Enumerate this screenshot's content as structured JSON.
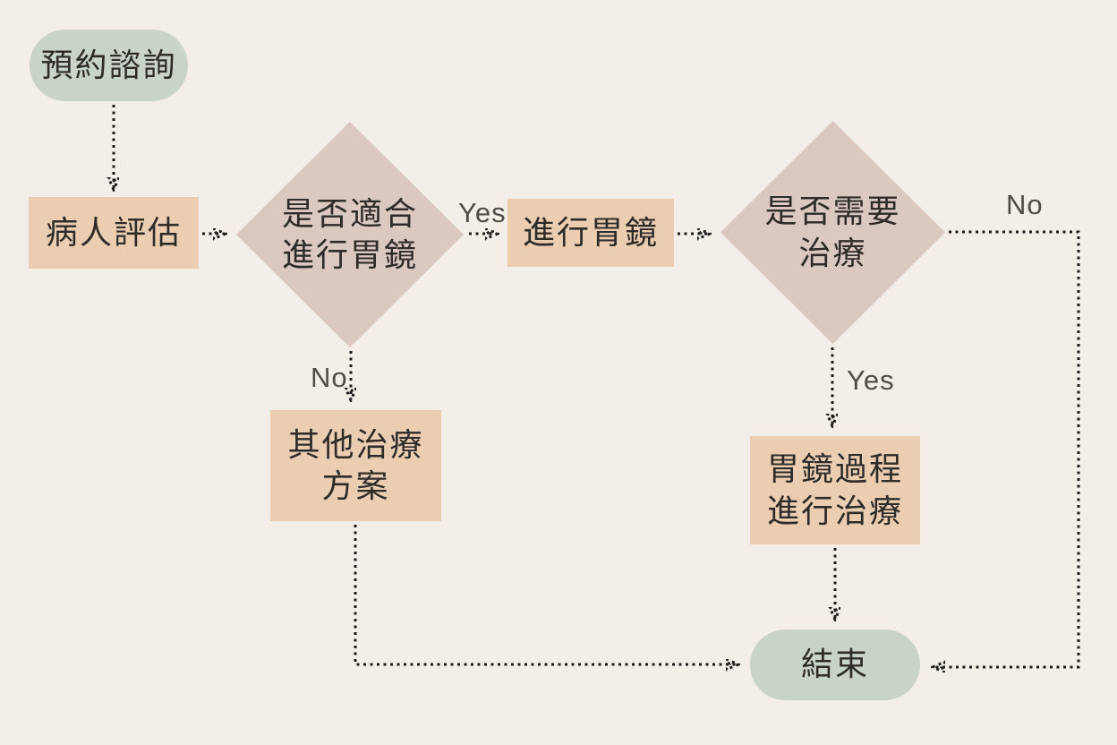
{
  "flowchart": {
    "nodes": {
      "start": {
        "label": "預約諮詢",
        "type": "terminator"
      },
      "assessment": {
        "label": "病人評估",
        "type": "process"
      },
      "decision_suitable": {
        "label": "是否適合\n進行胃鏡",
        "type": "decision"
      },
      "gastroscopy": {
        "label": "進行胃鏡",
        "type": "process"
      },
      "decision_treatment": {
        "label": "是否需要\n治療",
        "type": "decision"
      },
      "other_treatment": {
        "label": "其他治療\n方案",
        "type": "process"
      },
      "treat_during_scope": {
        "label": "胃鏡過程\n進行治療",
        "type": "process"
      },
      "end": {
        "label": "結束",
        "type": "terminator"
      }
    },
    "edge_labels": {
      "suitable_yes": "Yes",
      "suitable_no": "No",
      "treatment_yes": "Yes",
      "treatment_no": "No"
    },
    "colors": {
      "background": "#f3eee8",
      "terminator": "#c9d3c8",
      "process": "#ebceb2",
      "decision": "#dbc8c0",
      "text": "#2e2b29",
      "edge_label": "#4f4b47",
      "arrow": "#1b1b1b"
    }
  }
}
